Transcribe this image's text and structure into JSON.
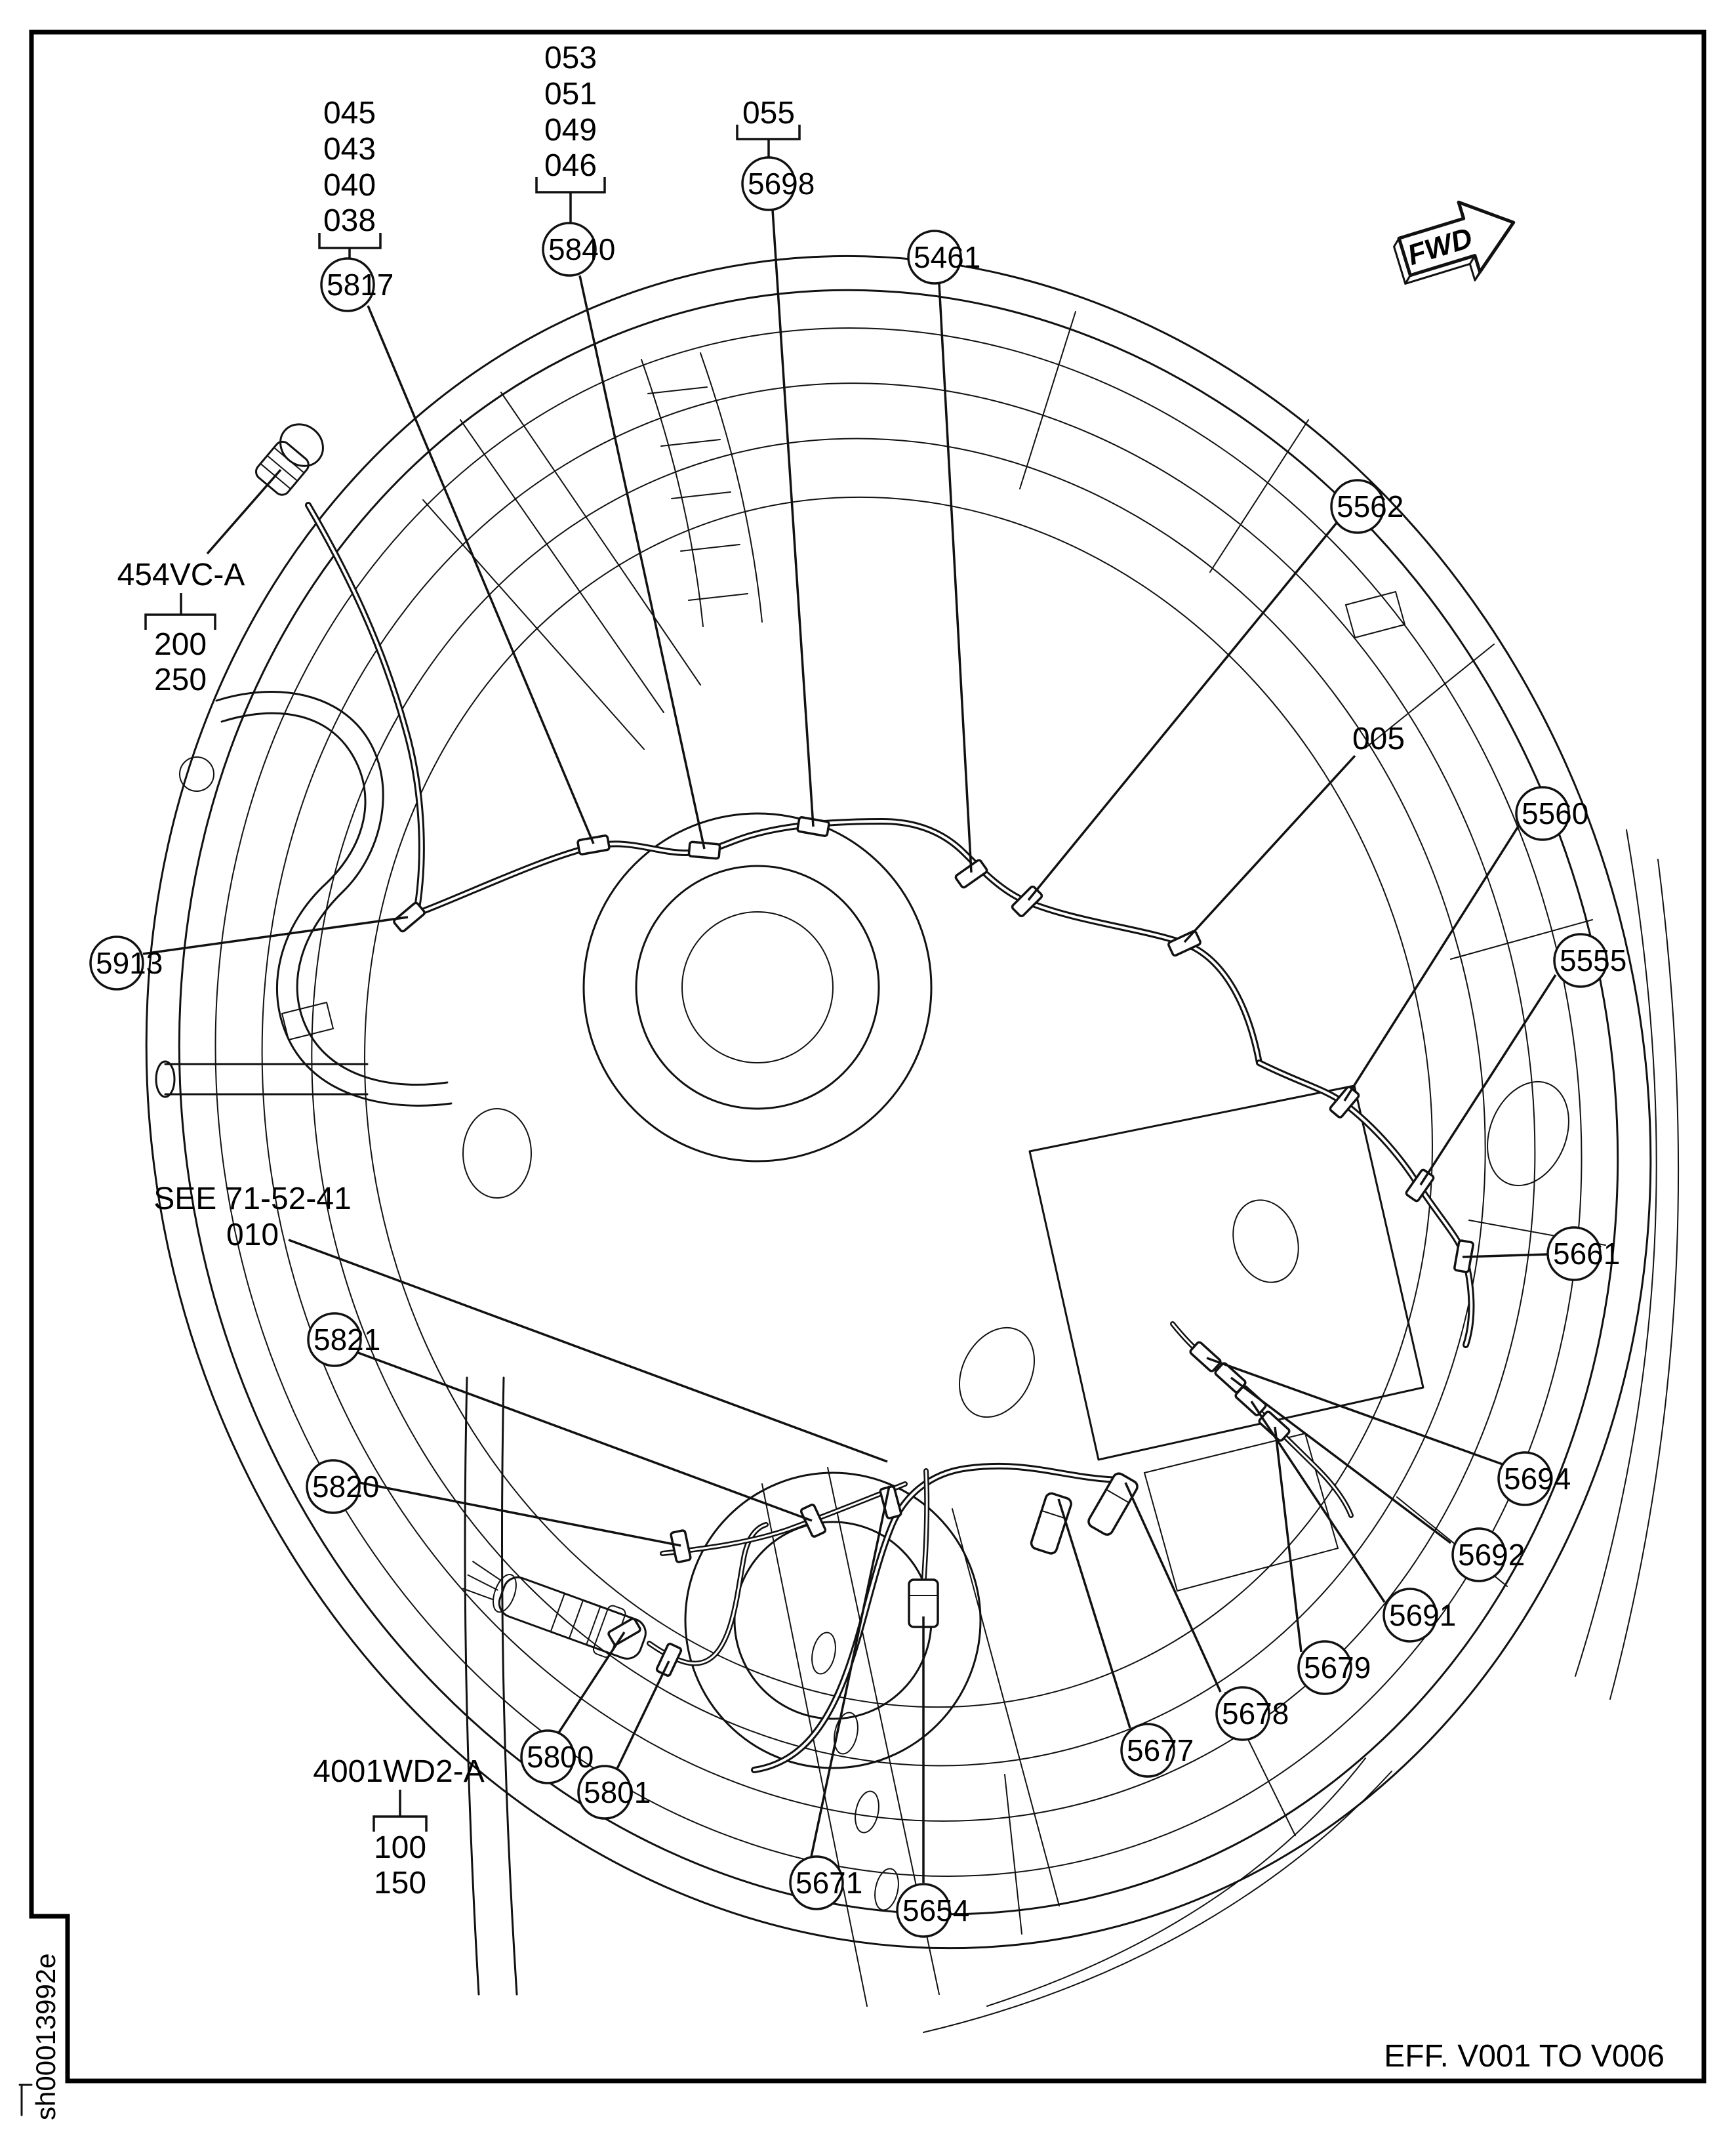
{
  "figure": {
    "sheet_code": "sh00013992e",
    "effectivity": "EFF. V001 TO V006",
    "fwd_label": "FWD",
    "section_label": "005",
    "see_reference": {
      "line1": "SEE 71-52-41",
      "line2": "010"
    }
  },
  "callout_groups": [
    {
      "callout": "5817",
      "items": [
        "045",
        "043",
        "040",
        "038"
      ]
    },
    {
      "callout": "5840",
      "items": [
        "053",
        "051",
        "049",
        "046"
      ]
    },
    {
      "callout": "5698",
      "items": [
        "055"
      ]
    }
  ],
  "part_labels": [
    {
      "label": "454VC-A",
      "items": [
        "200",
        "250"
      ]
    },
    {
      "label": "4001WD2-A",
      "items": [
        "100",
        "150"
      ]
    }
  ],
  "callouts": [
    {
      "number": "5461"
    },
    {
      "number": "5562"
    },
    {
      "number": "5560"
    },
    {
      "number": "5555"
    },
    {
      "number": "5661"
    },
    {
      "number": "5694"
    },
    {
      "number": "5692"
    },
    {
      "number": "5691"
    },
    {
      "number": "5679"
    },
    {
      "number": "5678"
    },
    {
      "number": "5677"
    },
    {
      "number": "5671"
    },
    {
      "number": "5654"
    },
    {
      "number": "5801"
    },
    {
      "number": "5800"
    },
    {
      "number": "5913"
    },
    {
      "number": "5821"
    },
    {
      "number": "5820"
    }
  ]
}
